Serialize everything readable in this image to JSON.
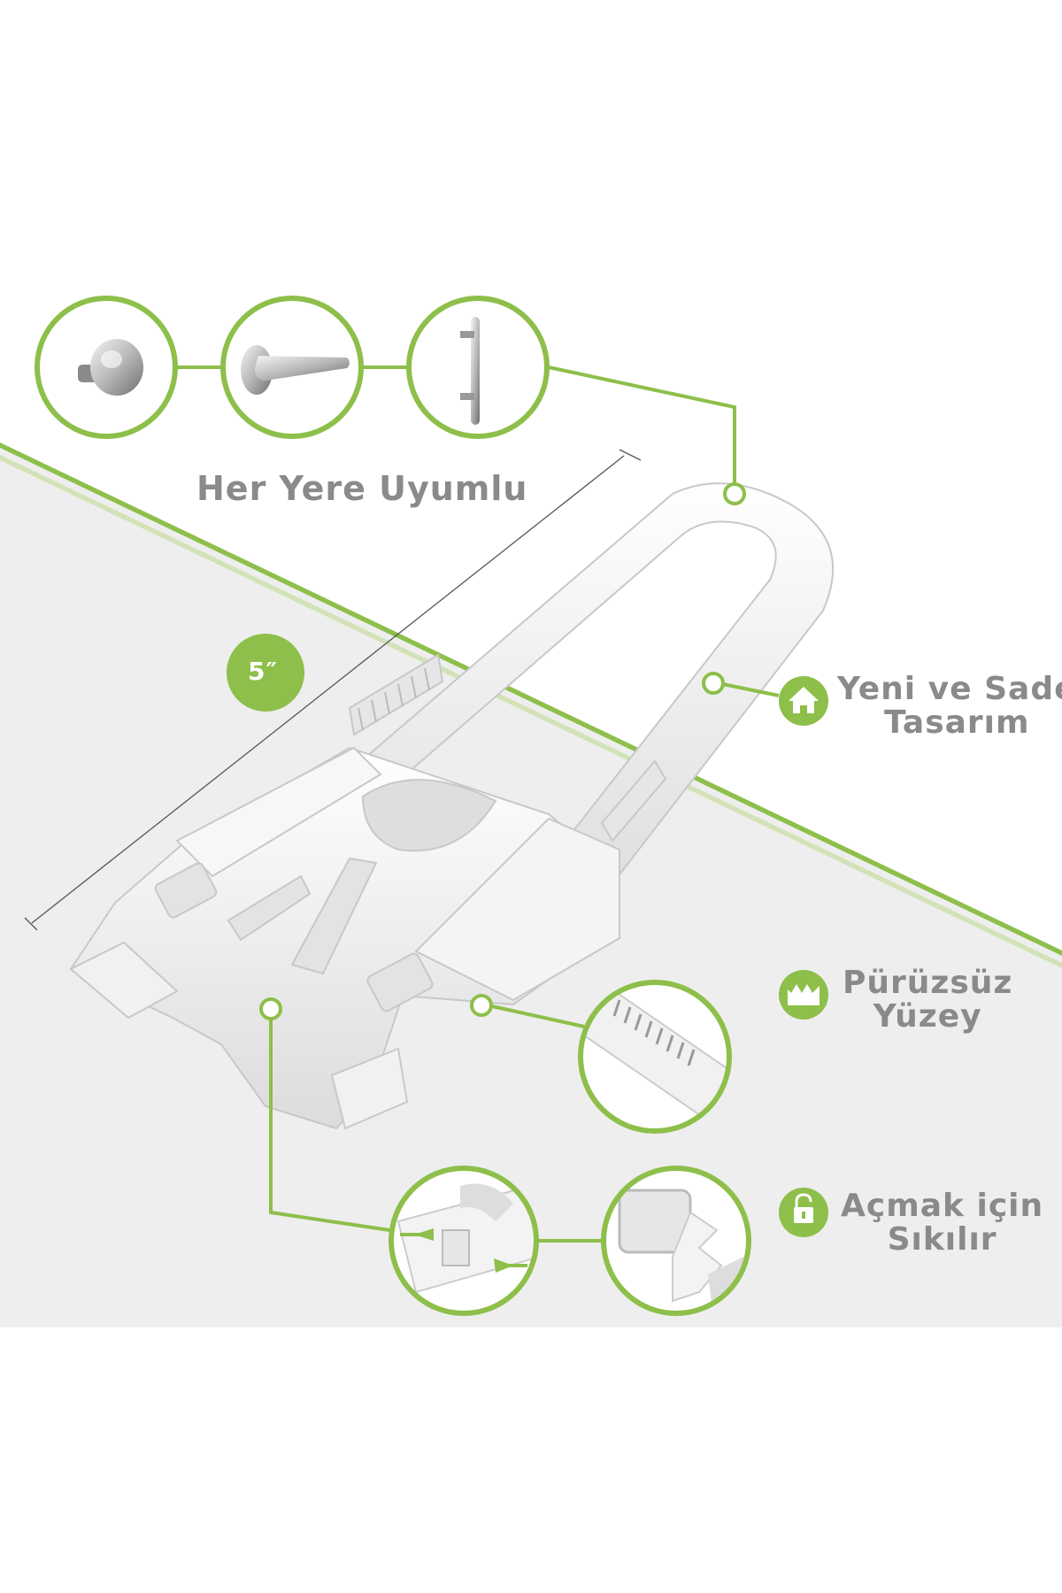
{
  "colors": {
    "accent": "#8dbf4a",
    "panel": "#eeeeee",
    "text": "#8a8a8a"
  },
  "compat": {
    "title": "Her Yere Uyumlu",
    "items": [
      "knob",
      "lever-handle",
      "bar-handle"
    ]
  },
  "size_badge": "5″",
  "features": [
    {
      "icon": "home-icon",
      "line1": "Yeni ve Sade",
      "line2": "Tasarım"
    },
    {
      "icon": "teeth-icon",
      "line1": "Pürüzsüz",
      "line2": "Yüzey"
    },
    {
      "icon": "unlock-icon",
      "line1": "Açmak için",
      "line2": "Sıkılır"
    }
  ]
}
